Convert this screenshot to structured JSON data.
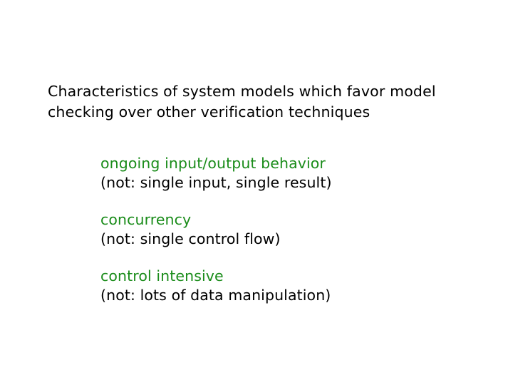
{
  "slide": {
    "background_color": "#ffffff",
    "heading": {
      "lines": [
        "Characteristics of system models which favor model",
        "checking over other verification techniques"
      ],
      "color": "#000000"
    },
    "accent_color": "#1a8c1a",
    "groups": [
      {
        "lead": "ongoing input/output behavior",
        "sub": "(not: single input, single result)"
      },
      {
        "lead": "concurrency",
        "sub": "(not: single control flow)"
      },
      {
        "lead": "control intensive",
        "sub": "(not: lots of data manipulation)"
      }
    ]
  }
}
